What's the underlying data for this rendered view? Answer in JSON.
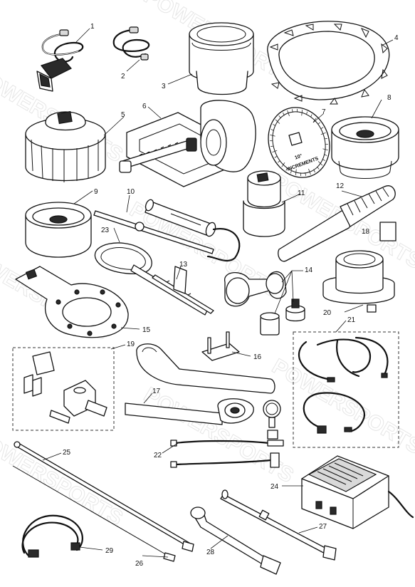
{
  "watermark": "POWERSPORTS",
  "dial_text": {
    "value": "10°",
    "unit": "INCREMENTS"
  },
  "callouts": [
    {
      "id": "c1",
      "text": "1"
    },
    {
      "id": "c2",
      "text": "2"
    },
    {
      "id": "c3",
      "text": "3"
    },
    {
      "id": "c4",
      "text": "4"
    },
    {
      "id": "c5",
      "text": "5"
    },
    {
      "id": "c6",
      "text": "6"
    },
    {
      "id": "c7",
      "text": "7"
    },
    {
      "id": "c8",
      "text": "8"
    },
    {
      "id": "c9",
      "text": "9"
    },
    {
      "id": "c10",
      "text": "10"
    },
    {
      "id": "c11",
      "text": "11"
    },
    {
      "id": "c12",
      "text": "12"
    },
    {
      "id": "c13",
      "text": "13"
    },
    {
      "id": "c14",
      "text": "14"
    },
    {
      "id": "c15",
      "text": "15"
    },
    {
      "id": "c16",
      "text": "16"
    },
    {
      "id": "c17",
      "text": "17"
    },
    {
      "id": "c18",
      "text": "18"
    },
    {
      "id": "c19",
      "text": "19"
    },
    {
      "id": "c20",
      "text": "20"
    },
    {
      "id": "c21",
      "text": "21"
    },
    {
      "id": "c22",
      "text": "22"
    },
    {
      "id": "c23",
      "text": "23"
    },
    {
      "id": "c24",
      "text": "24"
    },
    {
      "id": "c25",
      "text": "25"
    },
    {
      "id": "c26",
      "text": "26"
    },
    {
      "id": "c27",
      "text": "27"
    },
    {
      "id": "c28",
      "text": "28"
    },
    {
      "id": "c29",
      "text": "29"
    }
  ]
}
